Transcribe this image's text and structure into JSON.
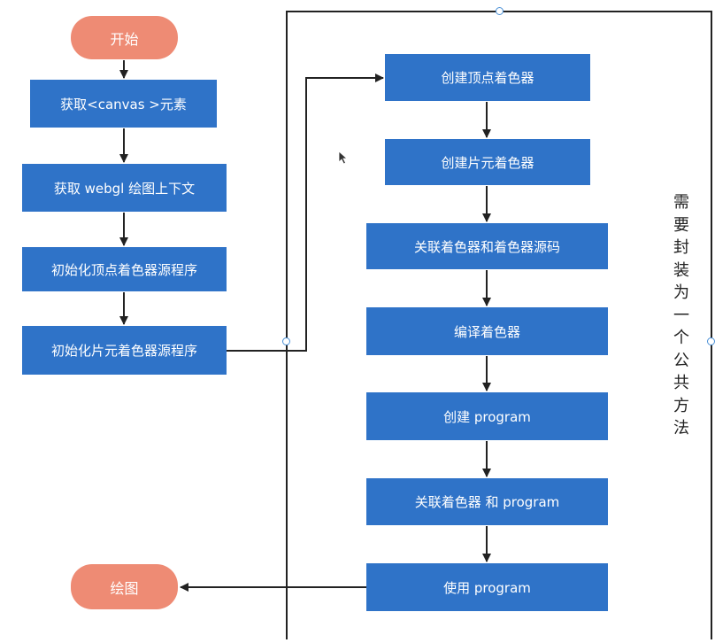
{
  "flowchart": {
    "left": {
      "start": "开始",
      "steps": [
        "获取<canvas >元素",
        "获取 webgl 绘图上下文",
        "初始化顶点着色器源程序",
        "初始化片元着色器源程序"
      ],
      "end": "绘图"
    },
    "right": {
      "steps": [
        "创建顶点着色器",
        "创建片元着色器",
        "关联着色器和着色器源码",
        "编译着色器",
        "创建 program",
        "关联着色器 和 program",
        "使用 program"
      ]
    },
    "note": "需要封装为一个公共方法"
  },
  "colors": {
    "process": "#2f73c8",
    "terminal": "#ee8b74",
    "connector": "#222222",
    "frame": "#222222",
    "handle": "#4a90d6"
  }
}
